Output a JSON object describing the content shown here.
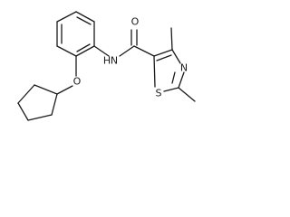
{
  "molecule": {
    "atoms": {
      "amide_oxygen": "O",
      "amide_nitrogen": "N",
      "amide_hydrogen": "H",
      "ether_oxygen": "O",
      "ring_nitrogen": "N",
      "ring_sulfur": "S"
    }
  }
}
